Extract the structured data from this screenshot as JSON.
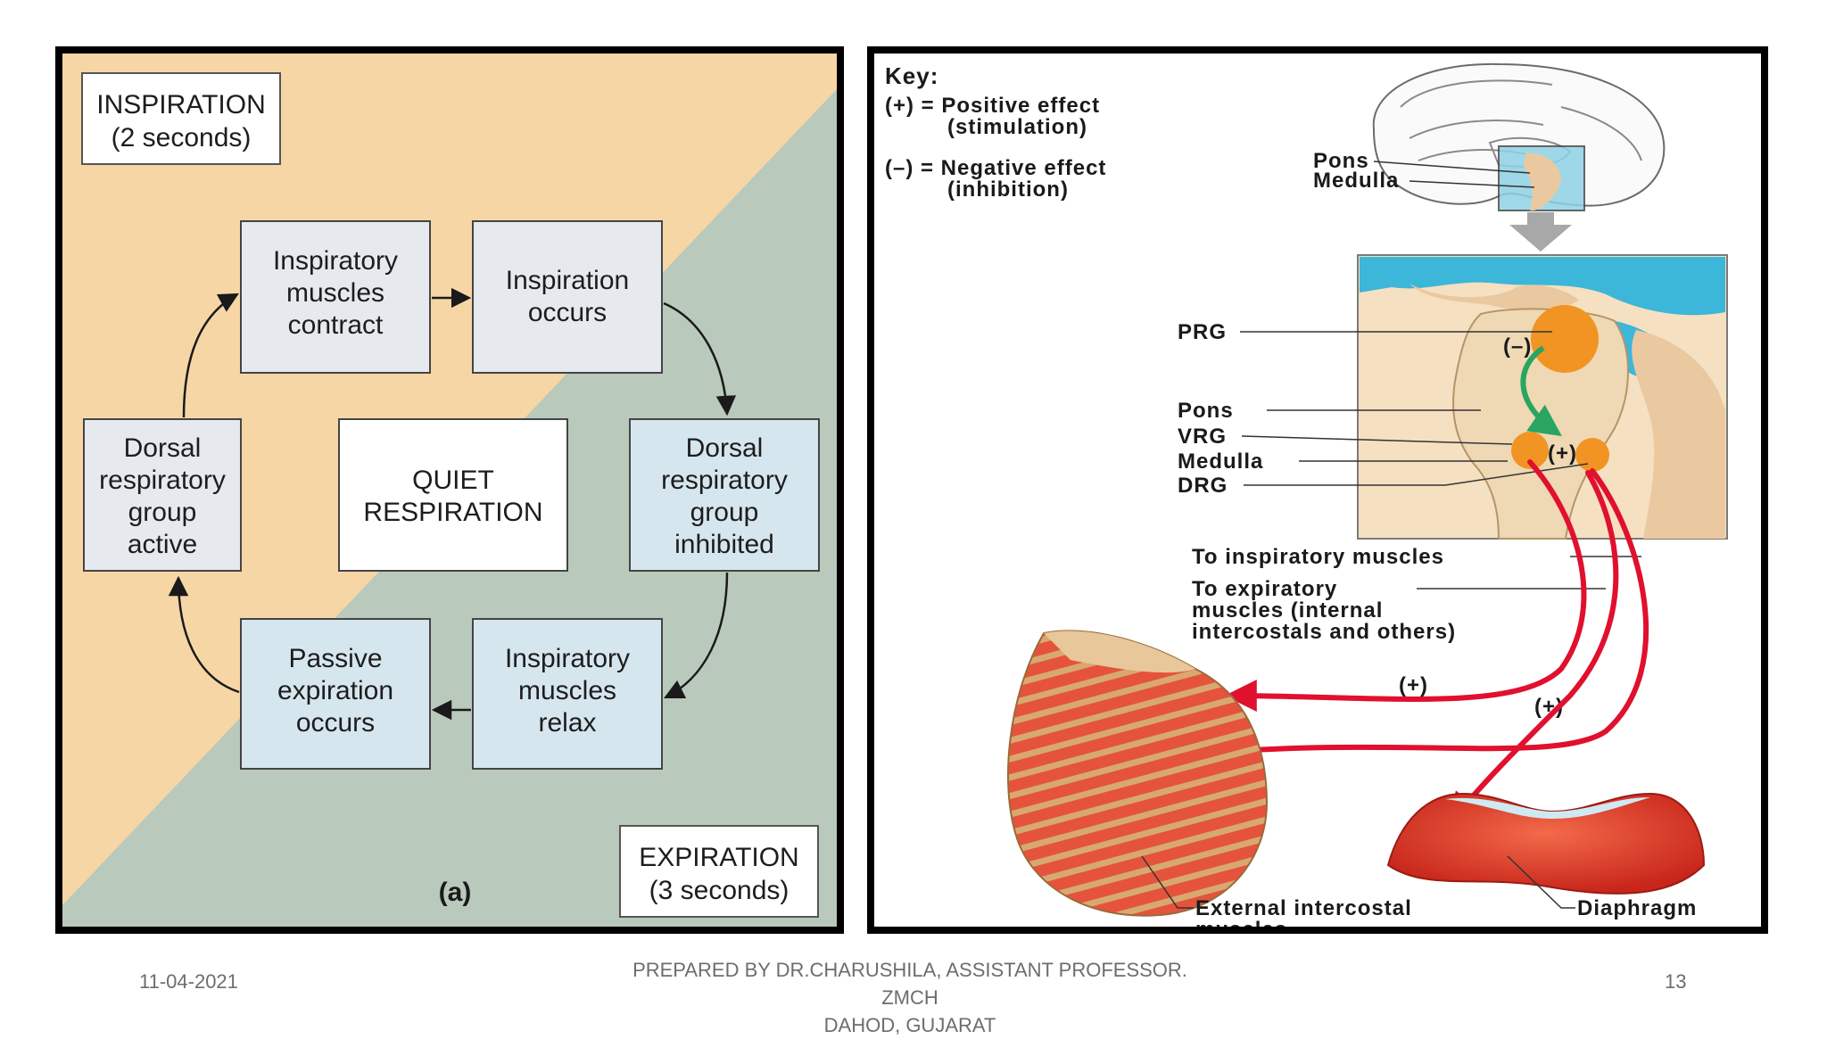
{
  "slide": {
    "date": "11-04-2021",
    "footer_line1": "PREPARED BY DR.CHARUSHILA, ASSISTANT PROFESSOR. ZMCH",
    "footer_line2": "DAHOD, GUJARAT",
    "page_number": "13"
  },
  "colors": {
    "inspiration_bg": "#f6d6a5",
    "expiration_bg": "#b9c9bc",
    "box_grey": "#e6e9ee",
    "box_blue": "#d6e6ef",
    "box_white": "#ffffff",
    "cns_blue": "#3cb6d9",
    "nucleus_orange": "#f29423",
    "pathway_red": "#e0102e",
    "pathway_green": "#2aa561"
  },
  "cycle_diagram": {
    "inspiration_label": {
      "line1": "INSPIRATION",
      "line2": "(2 seconds)"
    },
    "expiration_label": {
      "line1": "EXPIRATION",
      "line2": "(3 seconds)"
    },
    "center": {
      "line1": "QUIET",
      "line2": "RESPIRATION"
    },
    "boxes": {
      "muscles_contract": [
        "Inspiratory",
        "muscles",
        "contract"
      ],
      "inspiration_occurs": [
        "Inspiration",
        "occurs"
      ],
      "drg_inhibited": [
        "Dorsal",
        "respiratory",
        "group",
        "inhibited"
      ],
      "muscles_relax": [
        "Inspiratory",
        "muscles",
        "relax"
      ],
      "passive_expiration": [
        "Passive",
        "expiration",
        "occurs"
      ],
      "drg_active": [
        "Dorsal",
        "respiratory",
        "group",
        "active"
      ]
    },
    "panel_letter": "(a)"
  },
  "neural_diagram": {
    "key": {
      "title": "Key:",
      "positive_line1": "(+) = Positive effect",
      "positive_line2": "(stimulation)",
      "negative_line1": "(–)  = Negative effect",
      "negative_line2": "(inhibition)"
    },
    "brain_labels": {
      "pons": "Pons",
      "medulla": "Medulla"
    },
    "inset_labels": {
      "prg": "PRG",
      "pons": "Pons",
      "vrg": "VRG",
      "medulla": "Medulla",
      "drg": "DRG",
      "inhibit_sign": "(–)",
      "stimulate_sign": "(+)"
    },
    "pathway_labels": {
      "to_inspiratory": "To inspiratory muscles",
      "to_expiratory_line1": "To expiratory",
      "to_expiratory_line2": "muscles (internal",
      "to_expiratory_line3": "intercostals and others)",
      "plus_a": "(+)",
      "plus_b": "(+)"
    },
    "muscle_labels": {
      "external_intercostal_line1": "External intercostal",
      "external_intercostal_line2": "muscles",
      "diaphragm": "Diaphragm"
    }
  }
}
